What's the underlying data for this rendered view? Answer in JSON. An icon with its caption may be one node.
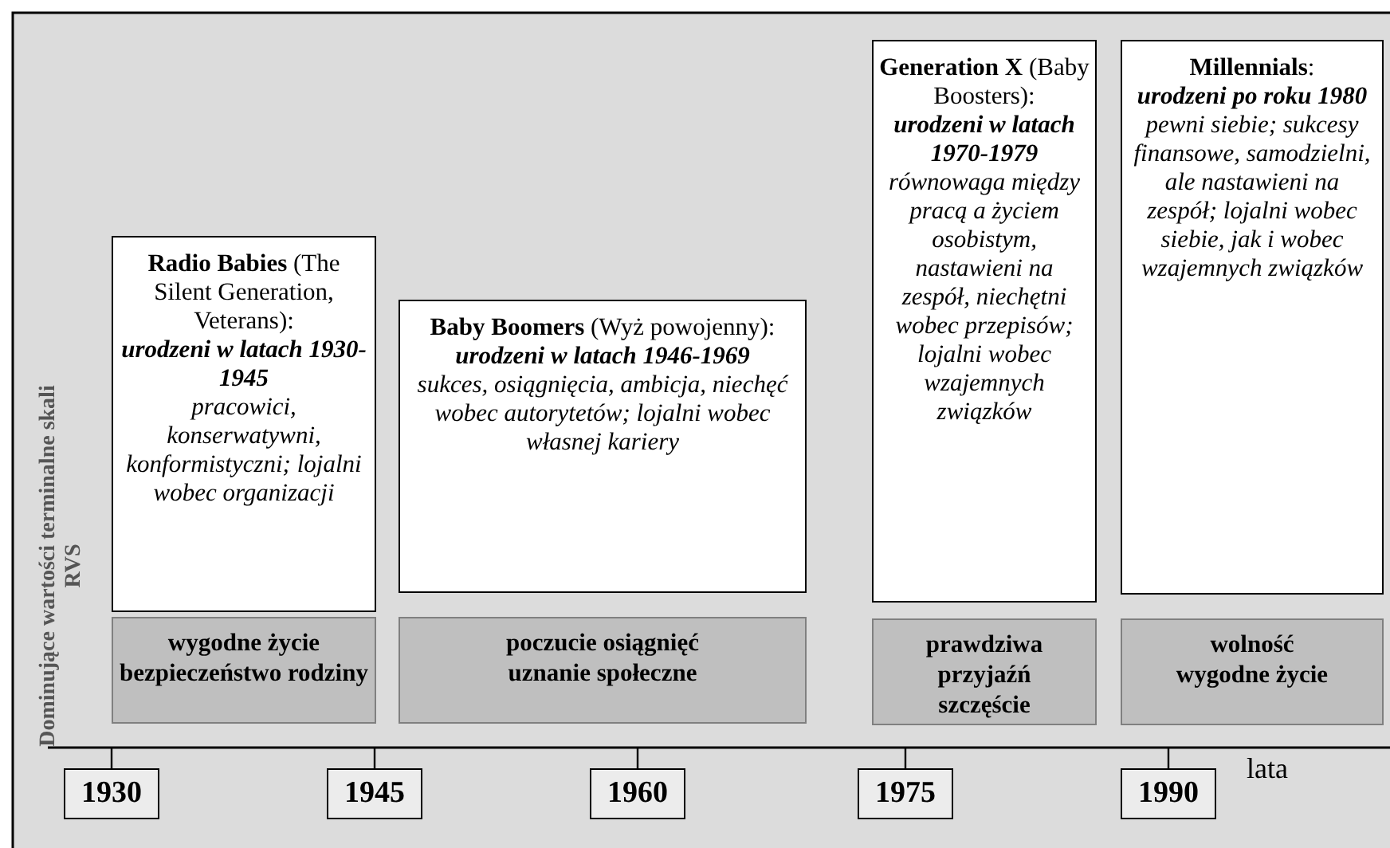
{
  "diagram": {
    "nodes": [
      {
        "text": [
          "**Radio Babies** (The Silent Generation, Veterans):",
          "urodzeni w latach 1930-1945",
          "pracowici, konserwatywni, konformistyczni; lojalni wobec organizacji"
        ]
      },
      {
        "text": [
          "**Baby Boomers** (Wyż powojenny):",
          "urodzeni w latach 1946-1969",
          "sukces, osiągnięcia, ambicja, niechęć wobec autorytetów; lojalni wobec własnej kariery"
        ]
      },
      {
        "text": [
          "**Generation X** (Baby Boosters):",
          "urodzeni w latach 1970-1979",
          "równowaga między pracą a życiem osobistym, nastawieni na zespół, niechętni wobec przepisów; lojalni wobec wzajemnych związków"
        ]
      },
      {
        "text": [
          "**Millennials**:",
          "urodzeni po roku 1980",
          "pewni siebie; sukcesy finansowe, samodzielni, ale nastawieni na zespół; lojalni wobec siebie, jak i wobec wzajemnych związków"
        ]
      },
      {
        "text": [
          "wygodne życie",
          "bezpieczeństwo rodziny"
        ]
      },
      {
        "text": [
          "poczucie osiągnięć",
          "uznanie społeczne"
        ]
      },
      {
        "text": [
          "prawdziwa przyjaźń",
          "szczęście"
        ]
      },
      {
        "text": [
          "wolność",
          "wygodne życie"
        ]
      },
      {
        "text": [
          "1930"
        ]
      },
      {
        "text": [
          "1945"
        ]
      },
      {
        "text": [
          "1960"
        ]
      },
      {
        "text": [
          "1975"
        ]
      },
      {
        "text": [
          "1990"
        ]
      }
    ],
    "edges": [],
    "labels": [
      "Dominujące wartości terminalne skali RVS",
      "lata"
    ]
  }
}
